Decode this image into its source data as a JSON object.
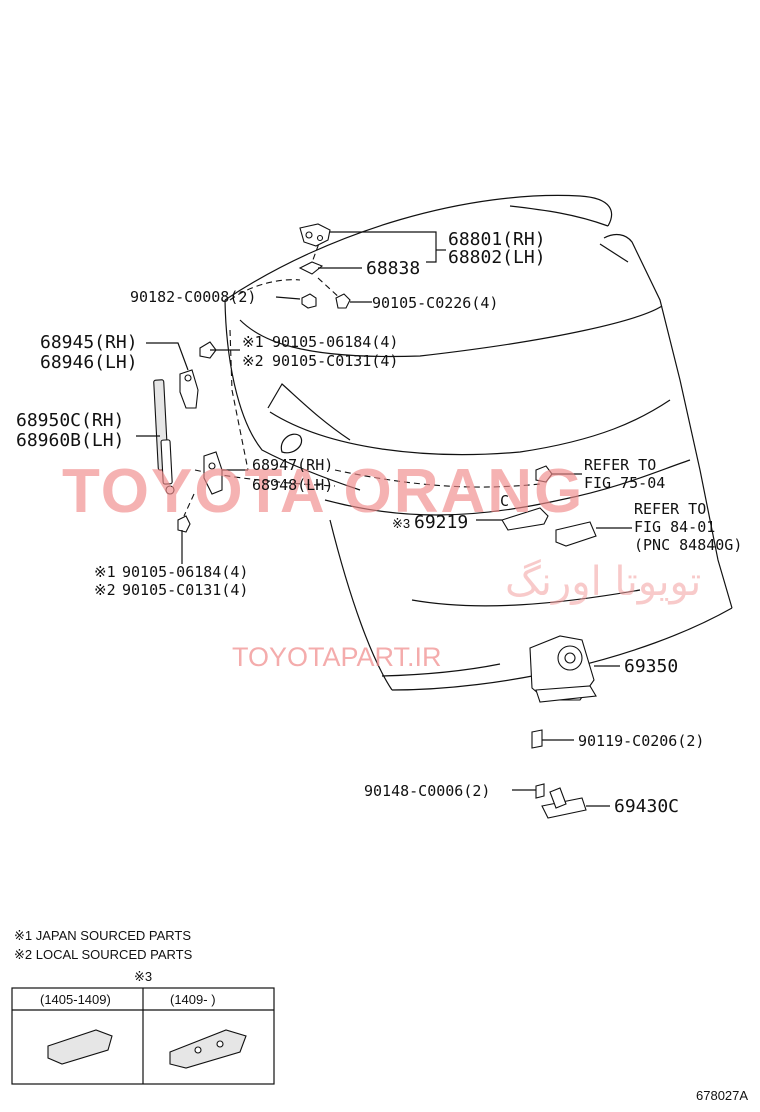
{
  "parts": {
    "hinge": {
      "rh": "68801(RH)",
      "lh": "68802(LH)"
    },
    "hinge_plate": "68838",
    "nut": "90182-C0008(2)",
    "hinge_bolt": "90105-C0226(4)",
    "stay_bracket": {
      "rh": "68945(RH)",
      "lh": "68946(LH)"
    },
    "upper_bolts": {
      "j": "90105-06184(4)",
      "l": "90105-C0131(4)"
    },
    "damper": {
      "rh": "68950C(RH)",
      "lh": "68960B(LH)"
    },
    "lower_bracket": {
      "rh": "68947(RH)",
      "lh": "68948(LH)"
    },
    "refer1": {
      "line1": "REFER TO",
      "line2": "FIG 75-04"
    },
    "switch": "69219",
    "refer2": {
      "line1": "REFER TO",
      "line2": "FIG 84-01",
      "line3": "(PNC 84840G)"
    },
    "lower_bolts": {
      "j": "90105-06184(4)",
      "l": "90105-C0131(4)"
    },
    "lock": "69350",
    "lock_bolt": "90119-C0206(2)",
    "striker_bolt": "90148-C0006(2)",
    "striker": "69430C"
  },
  "marks": {
    "m1": "※1",
    "m2": "※2",
    "m3": "※3",
    "c": "C"
  },
  "legend": {
    "note1": "※1 JAPAN SOURCED PARTS",
    "note2": "※2 LOCAL SOURCED PARTS",
    "table_mark": "※3",
    "col1": "(1405-1409)",
    "col2": "(1409-      )"
  },
  "watermark": {
    "brand": "TOYOTA ORANG",
    "persian": "تویوتا اورنگ",
    "url": "TOYOTAPART.IR"
  },
  "figure_code": "678027A"
}
